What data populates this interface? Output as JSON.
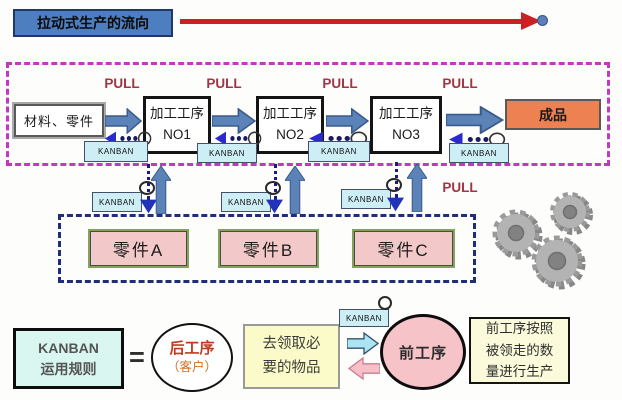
{
  "title": "拉动式生产的流向",
  "colors": {
    "title_bg": "#4d7ebf",
    "red_arrow": "#cb2026",
    "magenta_border": "#c238c2",
    "navy_border": "#1f2d7a",
    "pull_text": "#a03545",
    "flow_arrow": "#5b83b8",
    "kanban_bg": "#cdeef5",
    "product_bg": "#ee8152",
    "part_bg": "#f3c8c8",
    "note_bg": "#fbfbc9"
  },
  "flow": {
    "pull": "PULL",
    "source_label": "材料、零件",
    "processes": [
      {
        "name": "加工工序",
        "no": "NO1"
      },
      {
        "name": "加工工序",
        "no": "NO2"
      },
      {
        "name": "加工工序",
        "no": "NO3"
      }
    ],
    "product_label": "成品",
    "kanban": "KANBAN"
  },
  "parts": [
    {
      "label": "零件A"
    },
    {
      "label": "零件B"
    },
    {
      "label": "零件C"
    }
  ],
  "legend": {
    "rules_title": "KANBAN",
    "rules_subtitle": "运用规则",
    "equals": "=",
    "downstream_name": "后工序",
    "downstream_role": "（客户）",
    "withdraw_line1": "去领取必",
    "withdraw_line2": "要的物品",
    "kanban_tag": "KANBAN",
    "upstream_name": "前工序",
    "produce_line1": "前工序按照",
    "produce_line2": "被领走的数",
    "produce_line3": "量进行生产"
  }
}
